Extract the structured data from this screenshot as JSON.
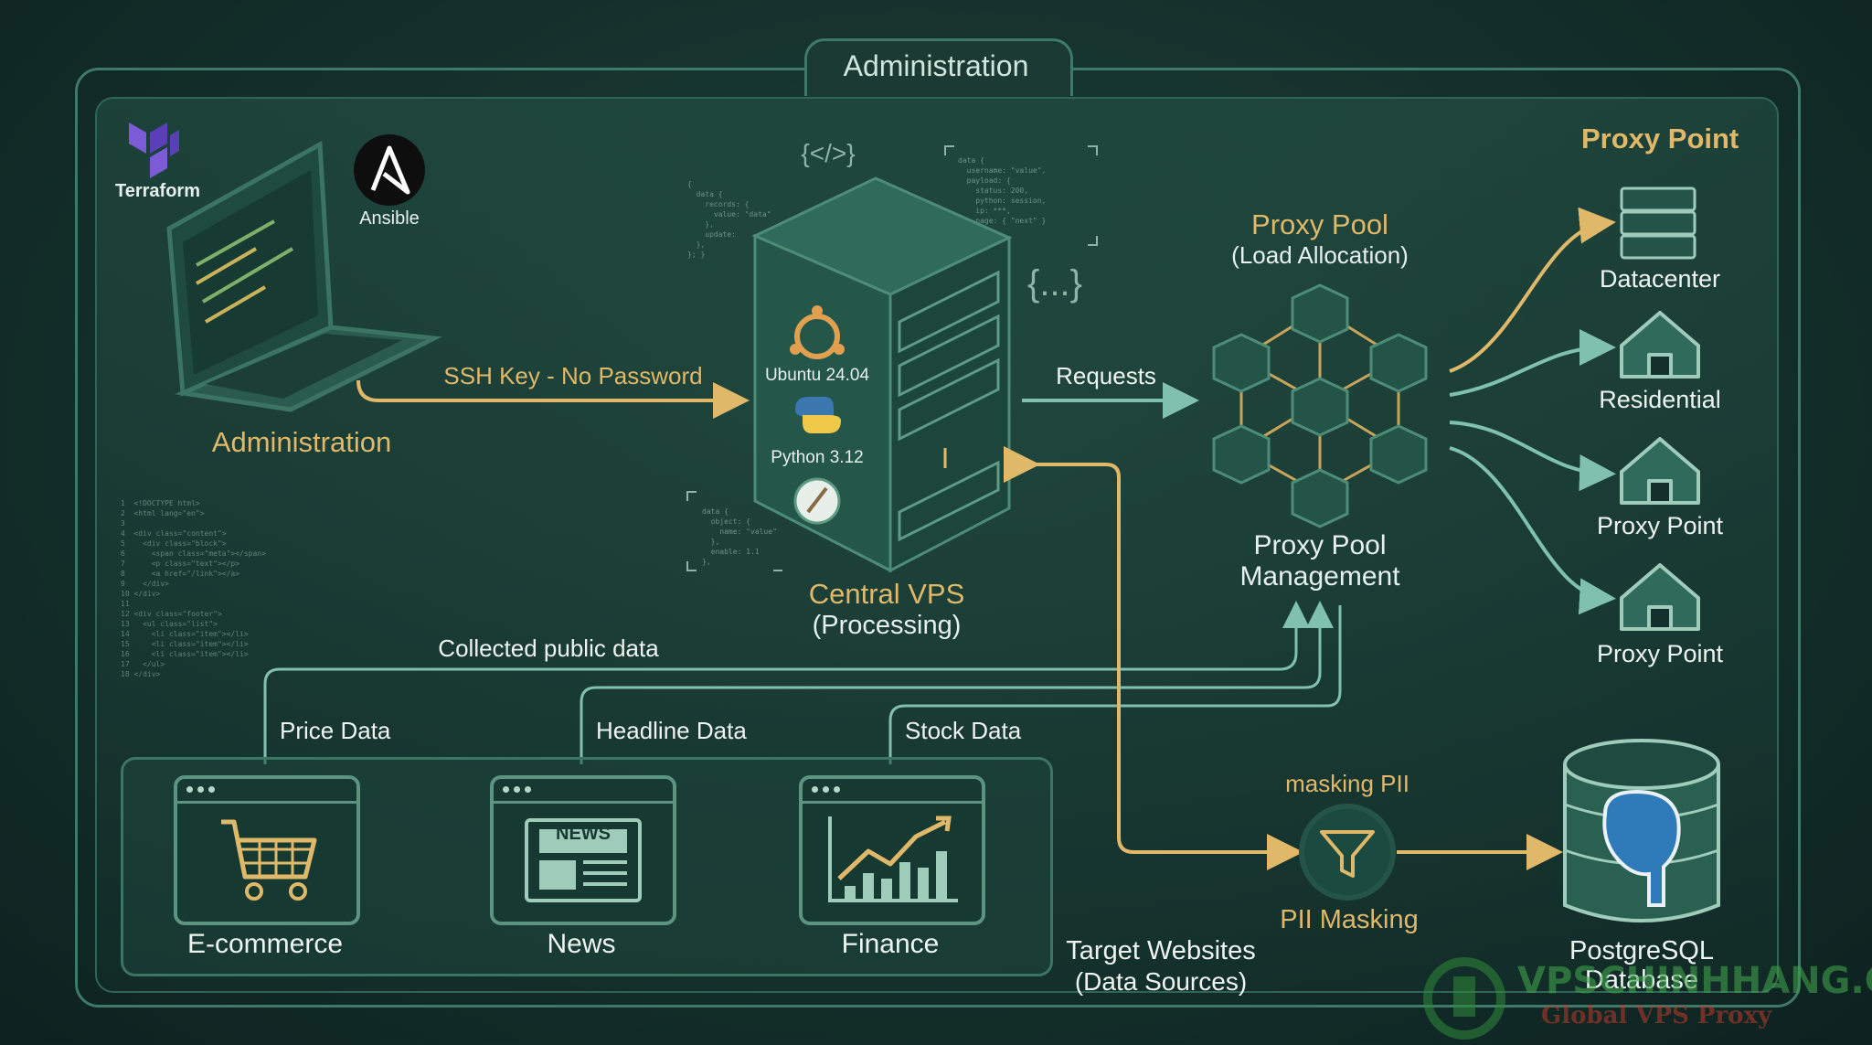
{
  "title": "Administration",
  "corner_label": "Proxy Point",
  "tools": {
    "terraform": "Terraform",
    "ansible": "Ansible"
  },
  "admin": {
    "label": "Administration",
    "ssh": "SSH Key - No Password"
  },
  "vps": {
    "title": "Central VPS",
    "subtitle": "(Processing)",
    "os": "Ubuntu 24.04",
    "python": "Python 3.12",
    "code_symbol": "{</>}",
    "braces_symbol": "{...}"
  },
  "requests": "Requests",
  "proxy_pool": {
    "title": "Proxy Pool",
    "subtitle": "(Load Allocation)",
    "mgmt_line1": "Proxy Pool",
    "mgmt_line2": "Management"
  },
  "proxy_types": [
    "Datacenter",
    "Residential",
    "Proxy Point",
    "Proxy Point"
  ],
  "collected": "Collected public data",
  "data_streams": [
    "Price Data",
    "Headline Data",
    "Stock Data"
  ],
  "sites": [
    {
      "name": "E-commerce",
      "icon": "shopping-cart-icon"
    },
    {
      "name": "News",
      "icon": "newspaper-icon",
      "badge": "NEWS"
    },
    {
      "name": "Finance",
      "icon": "growth-chart-icon"
    }
  ],
  "targets": {
    "line1": "Target Websites",
    "line2": "(Data Sources)"
  },
  "pii": {
    "caption": "masking PII",
    "label": "PII Masking",
    "icon": "filter-funnel-icon"
  },
  "database": {
    "line1": "PostgreSQL",
    "line2": "Database",
    "icon": "postgresql-elephant-icon"
  },
  "watermark": {
    "title": "VPSCHINHHANG.COM",
    "subtitle": "Global VPS Proxy"
  },
  "colors": {
    "gold": "#e0b869",
    "teal_line": "#6fb0a0",
    "panel_border": "#3f7a68",
    "background": "#14302c"
  }
}
